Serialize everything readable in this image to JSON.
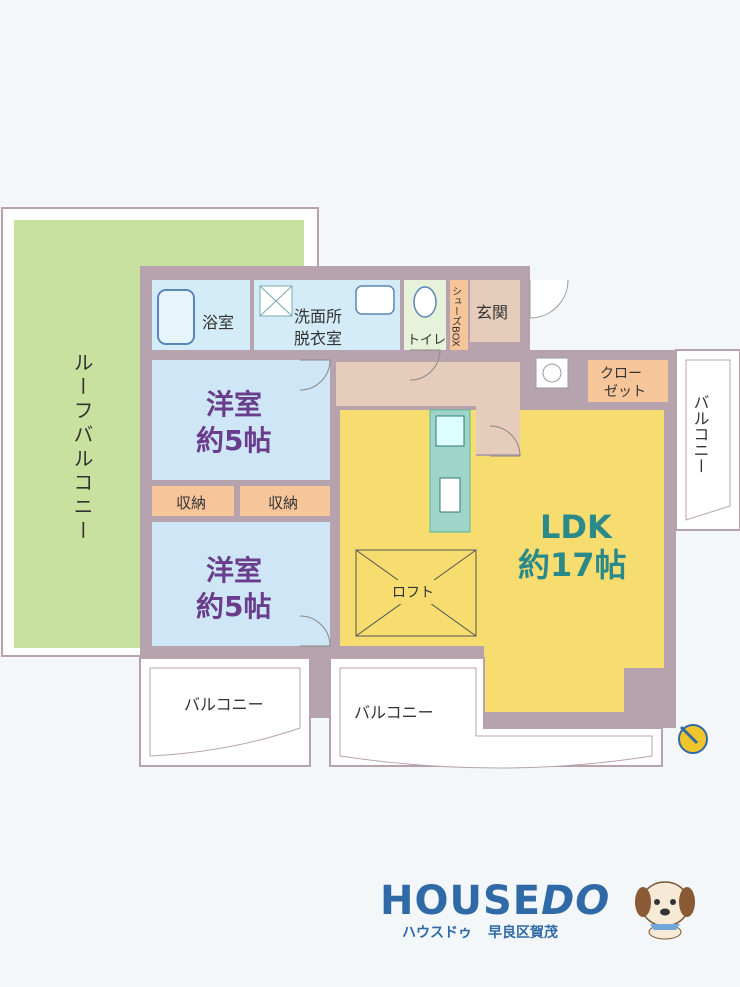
{
  "rooms": {
    "roof_balcony": "ルーフバルコニー",
    "bathroom": "浴室",
    "washroom_line1": "洗面所",
    "washroom_line2": "脱衣室",
    "toilet": "トイレ",
    "shoe_box": "シューズBOX",
    "entrance": "玄関",
    "closet_line1": "クロー",
    "closet_line2": "ゼット",
    "western1_line1": "洋室",
    "western1_line2": "約5帖",
    "storage1": "収納",
    "storage2": "収納",
    "western2_line1": "洋室",
    "western2_line2": "約5帖",
    "loft": "ロフト",
    "ldk_line1": "LDK",
    "ldk_line2": "約17帖",
    "balcony_right": "バルコニー",
    "balcony_bottom_left": "バルコニー",
    "balcony_bottom_mid": "バルコニー"
  },
  "colors": {
    "roof_balcony": "#c8e19e",
    "western": "#cfe6f7",
    "ldk": "#f7dc6f",
    "hall": "#e6cdbb",
    "storage": "#f6c59a",
    "wet": "#d4ecf7",
    "wall": "#b7a3ad"
  },
  "logo": {
    "main": "HOUSE",
    "main_italic": "DO",
    "sub_brand": "ハウスドゥ",
    "sub_branch": "早良区賀茂"
  }
}
